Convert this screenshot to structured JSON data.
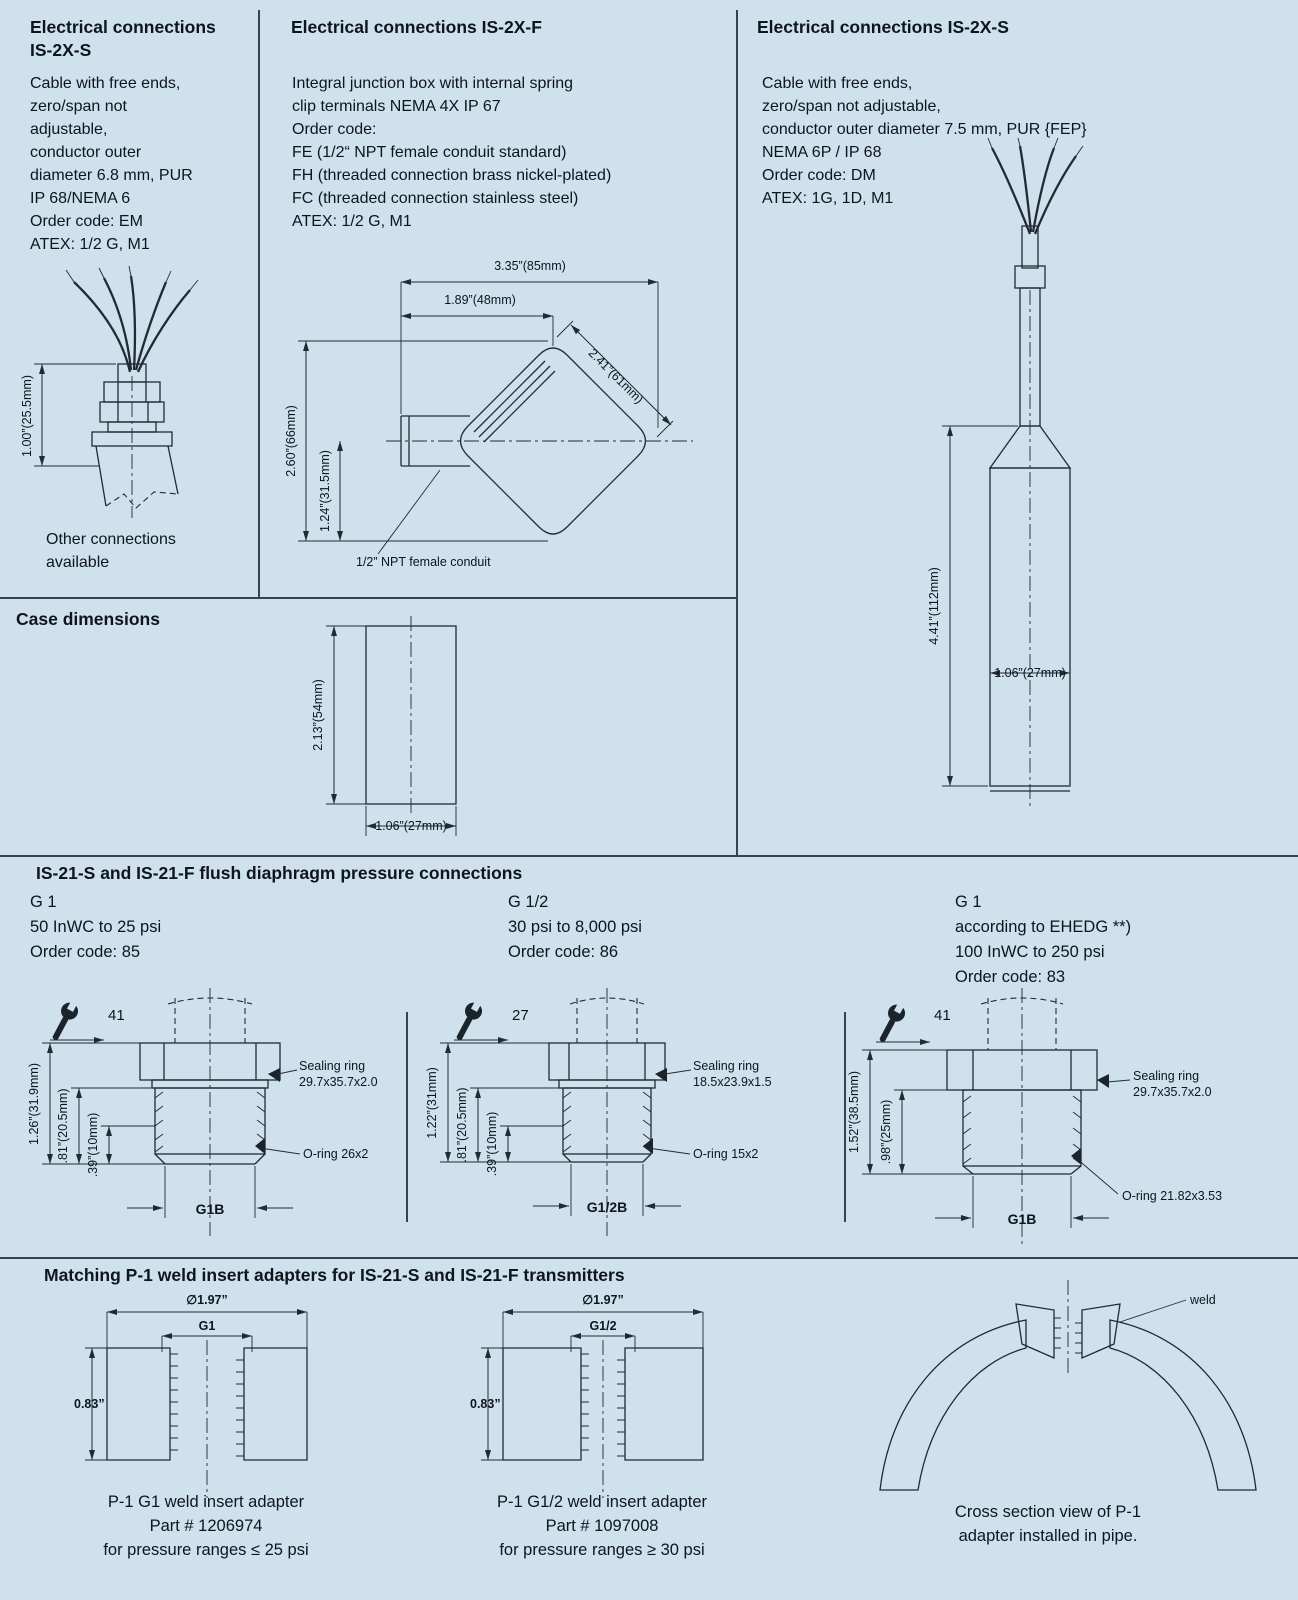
{
  "top_left": {
    "title": [
      "Electrical connections",
      "IS-2X-S"
    ],
    "body": [
      "Cable with free ends,",
      "zero/span not",
      "adjustable,",
      "conductor outer",
      "diameter 6.8 mm, PUR",
      "IP 68/NEMA 6",
      "Order code: EM",
      "ATEX: 1/2 G, M1"
    ],
    "dim_height": "1.00”(25.5mm)",
    "note": [
      "Other connections",
      "available"
    ]
  },
  "top_middle": {
    "title": "Electrical connections IS-2X-F",
    "body": [
      "Integral junction box with internal spring",
      "clip terminals NEMA 4X IP 67",
      "Order code:",
      "FE (1/2“ NPT female conduit standard)",
      "FH (threaded connection brass nickel-plated)",
      "FC (threaded connection stainless steel)",
      "ATEX: 1/2 G, M1"
    ],
    "dim_width_outer": "3.35”(85mm)",
    "dim_width_inner": "1.89”(48mm)",
    "dim_height_outer": "2.60”(66mm)",
    "dim_height_inner": "1.24”(31.5mm)",
    "dim_diagonal": "2.41”(61mm)",
    "conduit_label": "1/2” NPT female conduit"
  },
  "top_right": {
    "title": "Electrical connections IS-2X-S",
    "body": [
      "Cable with free ends,",
      "zero/span not adjustable,",
      "conductor outer diameter 7.5 mm, PUR {FEP}",
      "NEMA 6P / IP 68",
      "Order code: DM",
      "ATEX: 1G, 1D, M1"
    ],
    "dim_height": "4.41”(112mm)",
    "dim_width": "1.06”(27mm)"
  },
  "case_dimensions": {
    "title": "Case dimensions",
    "dim_height": "2.13”(54mm)",
    "dim_width": "1.06”(27mm)"
  },
  "pressure_connections": {
    "title": "IS-21-S and IS-21-F flush diaphragm pressure connections",
    "variants": [
      {
        "head": [
          "G 1",
          "50 InWC to 25 psi",
          "Order code: 85"
        ],
        "wrench": "41",
        "dim1": "1.26”(31.9mm)",
        "dim2": ".81”(20.5mm)",
        "dim3": ".39”(10mm)",
        "seal1": "Sealing ring",
        "seal2": "29.7x35.7x2.0",
        "oring": "O-ring 26x2",
        "thread": "G1B"
      },
      {
        "head": [
          "G 1/2",
          "30 psi to 8,000 psi",
          "Order code: 86"
        ],
        "wrench": "27",
        "dim1": "1.22”(31mm)",
        "dim2": ".81”(20.5mm)",
        "dim3": ".39”(10mm)",
        "seal1": "Sealing ring",
        "seal2": "18.5x23.9x1.5",
        "oring": "O-ring 15x2",
        "thread": "G1/2B"
      },
      {
        "head": [
          "G 1",
          "according to EHEDG **)",
          "100 InWC to 250 psi",
          "Order code: 83"
        ],
        "wrench": "41",
        "dim1": "1.52”(38.5mm)",
        "dim2": ".98”(25mm)",
        "seal1": "Sealing ring",
        "seal2": "29.7x35.7x2.0",
        "oring": "O-ring 21.82x3.53",
        "thread": "G1B"
      }
    ]
  },
  "weld_adapters": {
    "title": "Matching P-1 weld insert adapters for IS-21-S and IS-21-F transmitters",
    "adapter1": {
      "dia": "∅1.97”",
      "thread": "G1",
      "height": "0.83”",
      "caption": [
        "P-1 G1 weld insert adapter",
        "Part # 1206974",
        "for pressure ranges ≤ 25 psi"
      ]
    },
    "adapter2": {
      "dia": "∅1.97”",
      "thread": "G1/2",
      "height": "0.83”",
      "caption": [
        "P-1 G1/2 weld insert adapter",
        "Part # 1097008",
        "for pressure ranges ≥ 30 psi"
      ]
    },
    "pipe_view": {
      "weld_label": "weld",
      "caption": [
        "Cross section view of P-1",
        "adapter installed in pipe."
      ]
    }
  }
}
